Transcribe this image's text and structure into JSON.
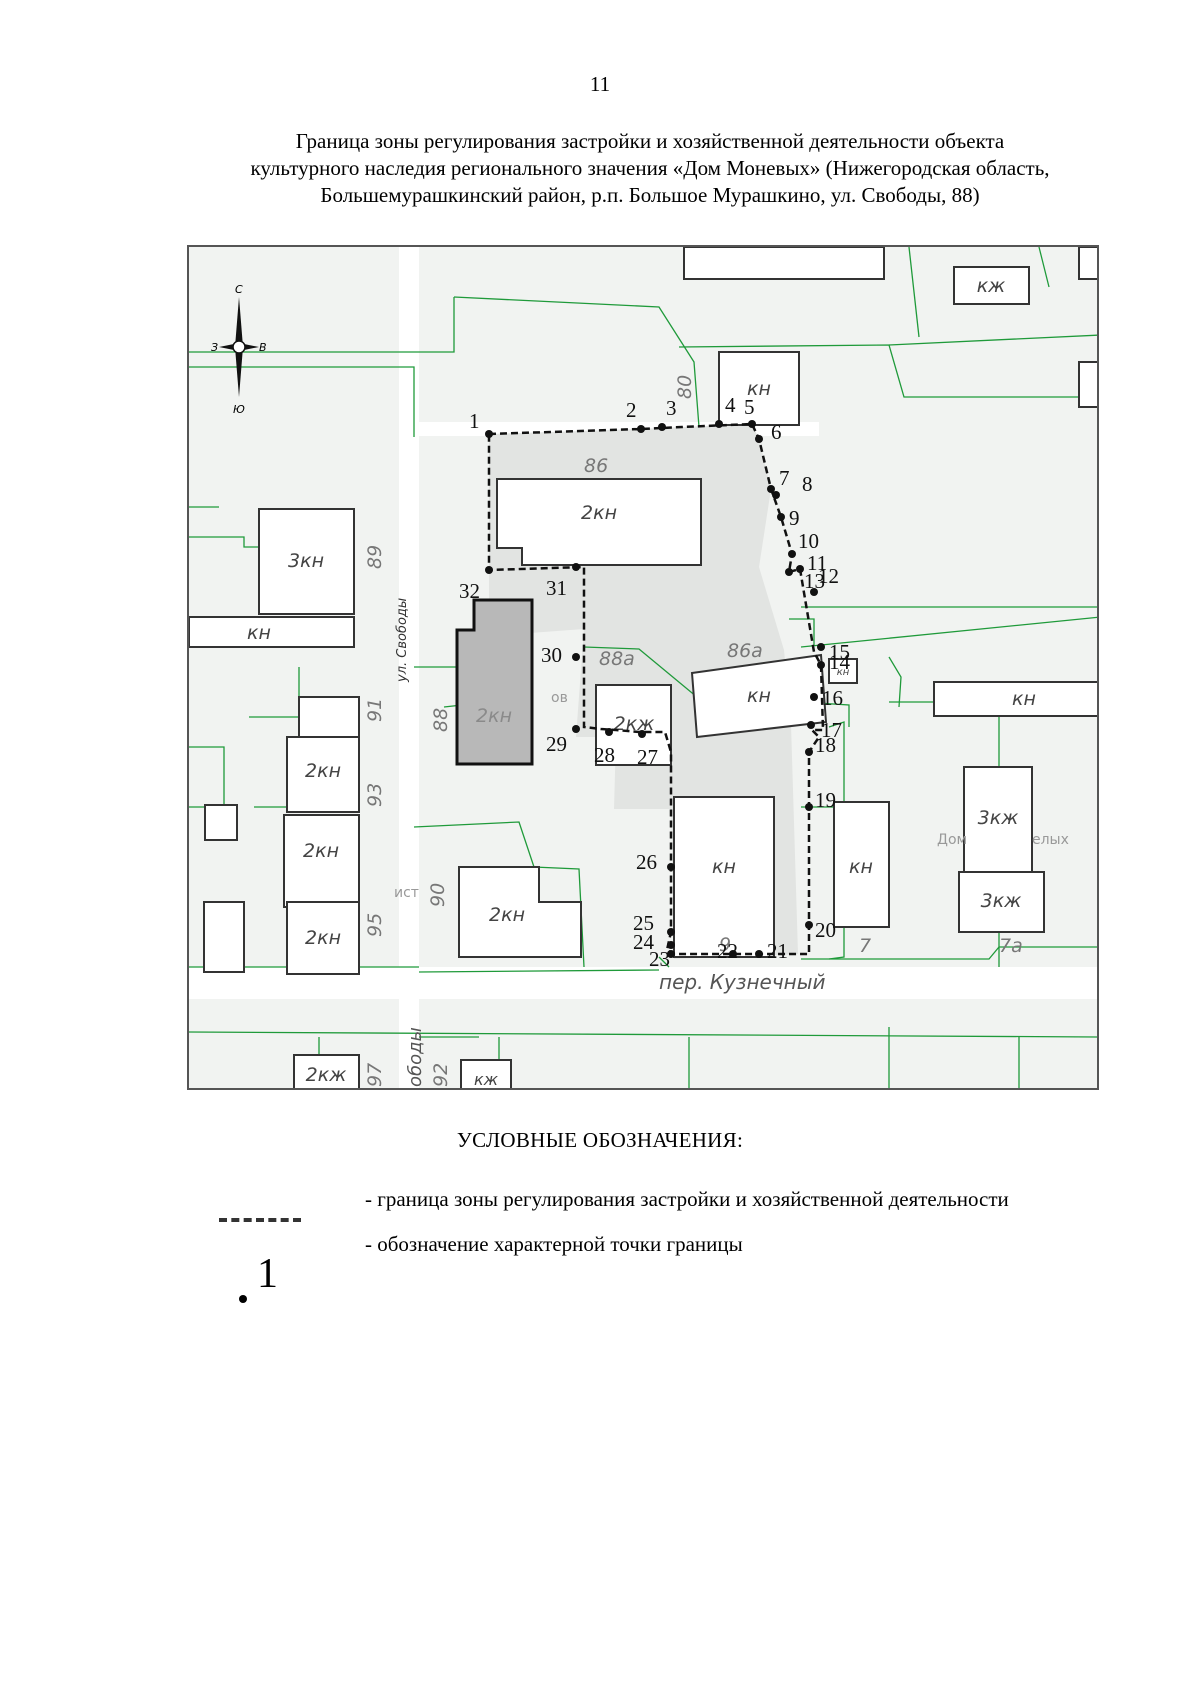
{
  "page": {
    "number": "11"
  },
  "title": {
    "lines": [
      "Граница зоны регулирования застройки и хозяйственной деятельности объекта",
      "культурного наследия регионального значения «Дом Моневых» (Нижегородская область,",
      "Большемурашкинский район, р.п. Большое Мурашкино, ул. Свободы, 88)"
    ]
  },
  "map": {
    "compass": {
      "north": "С",
      "south": "Ю",
      "west": "З",
      "east": "В"
    },
    "streets": [
      "ул. Свободы",
      "пер. Кузнечный",
      "ободы"
    ],
    "parcel_numbers": [
      "80",
      "86",
      "86а",
      "88а",
      "89",
      "88",
      "91",
      "93",
      "95",
      "90",
      "97",
      "92",
      "9",
      "7",
      "7а"
    ],
    "building_labels": [
      "кж",
      "кн",
      "2кн",
      "3кн",
      "кн",
      "2кж",
      "кн",
      "кн",
      "кн",
      "2кн",
      "2кн",
      "2кн",
      "2кн",
      "кн",
      "кн",
      "3кж",
      "3кж",
      "2кн",
      "2кж",
      "кж"
    ],
    "partial_labels": [
      "Дом",
      "елых",
      "ист",
      "ов"
    ],
    "boundary_point_labels": [
      "1",
      "2",
      "3",
      "4",
      "5",
      "6",
      "7",
      "8",
      "9",
      "10",
      "11",
      "12",
      "13",
      "14",
      "15",
      "16",
      "17",
      "18",
      "19",
      "20",
      "21",
      "22",
      "23",
      "24",
      "25",
      "26",
      "27",
      "28",
      "29",
      "30",
      "31",
      "32"
    ],
    "colors": {
      "parcel_line": "#1f9a3a",
      "boundary": "#111111",
      "object": "#b8b8b8",
      "zone_fill": "#e2e4e2"
    }
  },
  "legend": {
    "title": "УСЛОВНЫЕ ОБОЗНАЧЕНИЯ:",
    "items": [
      {
        "symbol": "dashed-line",
        "text": "- граница зоны регулирования застройки и хозяйственной деятельности"
      },
      {
        "symbol_label": "1",
        "text": "- обозначение характерной точки границы"
      }
    ]
  }
}
